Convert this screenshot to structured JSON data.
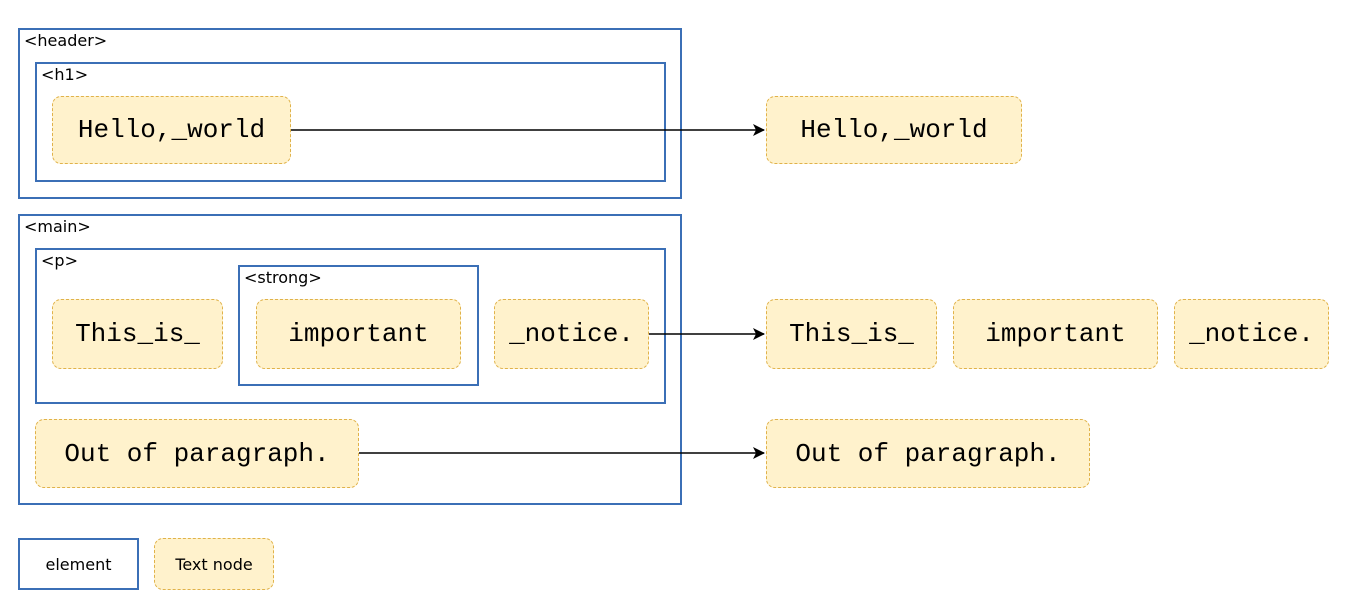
{
  "elements": {
    "header": "<header>",
    "h1": "<h1>",
    "main": "<main>",
    "p": "<p>",
    "strong": "<strong>"
  },
  "dom_text_nodes": {
    "hello": "Hello,_world",
    "this_is": "This_is_",
    "important": "important",
    "notice": "_notice.",
    "out_of_paragraph": "Out of paragraph."
  },
  "output_text_nodes": {
    "hello": "Hello,_world",
    "this_is": "This_is_",
    "important": "important",
    "notice": "_notice.",
    "out_of_paragraph": "Out of paragraph."
  },
  "legend": {
    "element": "element",
    "text_node": "Text node"
  },
  "colors": {
    "element_border": "#3b6fb6",
    "text_node_fill": "#fff2cc",
    "text_node_border": "#e0b24a",
    "arrow": "#000000"
  }
}
